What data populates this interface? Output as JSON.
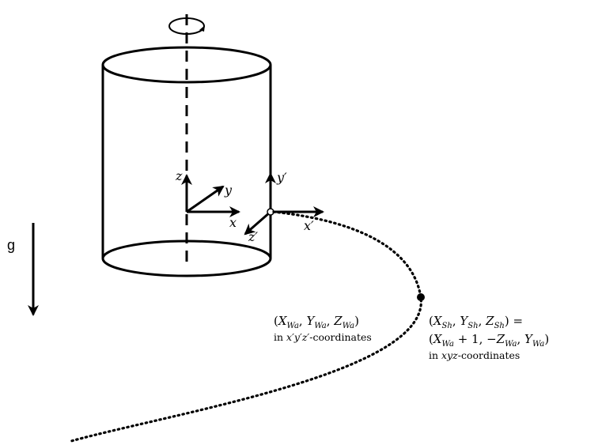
{
  "gravity_label": "g",
  "axes": {
    "wall_frame": {
      "x": "x",
      "y": "y",
      "z": "z"
    },
    "rotated_frame": {
      "x": "x′",
      "y": "y′",
      "z": "z′"
    }
  },
  "wall_point": {
    "coords": {
      "open": "(",
      "X": "X",
      "Y": "Y",
      "Z": "Z",
      "sub": "Wa",
      "comma": ", ",
      "close": ")"
    },
    "frame_note": {
      "prefix": "in ",
      "frame": "x′y′z′",
      "suffix": "-coordinates"
    }
  },
  "shell_point": {
    "line1": {
      "open": "(",
      "X": "X",
      "Y": "Y",
      "Z": "Z",
      "sub": "Sh",
      "comma": ", ",
      "close": ") ="
    },
    "line2": {
      "open": "(",
      "X": "X",
      "Wa": "Wa",
      "plus_one": " + 1, −",
      "Z": "Z",
      "comma": ", ",
      "Y": "Y",
      "close": ")"
    },
    "frame_note": {
      "prefix": "in ",
      "frame": "xyz",
      "suffix": "-coordinates"
    }
  },
  "colors": {
    "ink": "#000000",
    "background": "#ffffff"
  }
}
